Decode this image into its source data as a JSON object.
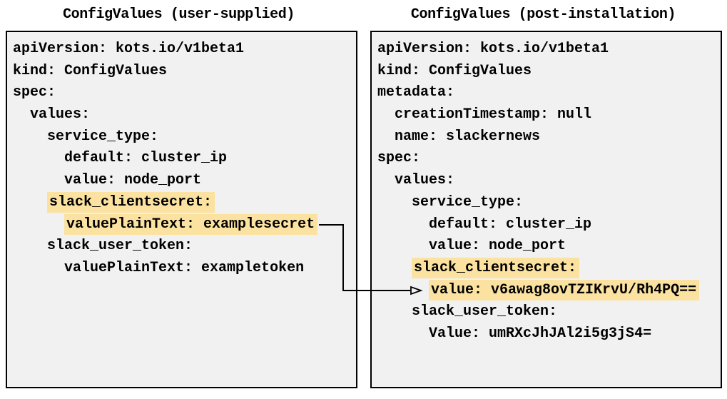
{
  "panels": [
    {
      "id": "user-supplied",
      "title": "ConfigValues (user-supplied)",
      "lines": [
        {
          "indent": 0,
          "text": "apiVersion: kots.io/v1beta1",
          "highlight": false
        },
        {
          "indent": 0,
          "text": "kind: ConfigValues",
          "highlight": false
        },
        {
          "indent": 0,
          "text": "spec:",
          "highlight": false
        },
        {
          "indent": 2,
          "text": "values:",
          "highlight": false
        },
        {
          "indent": 4,
          "text": "service_type:",
          "highlight": false
        },
        {
          "indent": 6,
          "text": "default: cluster_ip",
          "highlight": false
        },
        {
          "indent": 6,
          "text": "value: node_port",
          "highlight": false
        },
        {
          "indent": 4,
          "text": "slack_clientsecret:",
          "highlight": true
        },
        {
          "indent": 6,
          "text": "valuePlainText: examplesecret",
          "highlight": true
        },
        {
          "indent": 4,
          "text": "slack_user_token:",
          "highlight": false
        },
        {
          "indent": 6,
          "text": "valuePlainText: exampletoken",
          "highlight": false
        }
      ]
    },
    {
      "id": "post-installation",
      "title": "ConfigValues (post-installation)",
      "lines": [
        {
          "indent": 0,
          "text": "apiVersion: kots.io/v1beta1",
          "highlight": false
        },
        {
          "indent": 0,
          "text": "kind: ConfigValues",
          "highlight": false
        },
        {
          "indent": 0,
          "text": "metadata:",
          "highlight": false
        },
        {
          "indent": 2,
          "text": "creationTimestamp: null",
          "highlight": false
        },
        {
          "indent": 2,
          "text": "name: slackernews",
          "highlight": false
        },
        {
          "indent": 0,
          "text": "spec:",
          "highlight": false
        },
        {
          "indent": 2,
          "text": "values:",
          "highlight": false
        },
        {
          "indent": 4,
          "text": "service_type:",
          "highlight": false
        },
        {
          "indent": 6,
          "text": "default: cluster_ip",
          "highlight": false
        },
        {
          "indent": 6,
          "text": "value: node_port",
          "highlight": false
        },
        {
          "indent": 4,
          "text": "slack_clientsecret:",
          "highlight": true
        },
        {
          "indent": 6,
          "text": "value: v6awag8ovTZIKrvU/Rh4PQ==",
          "highlight": true
        },
        {
          "indent": 4,
          "text": "slack_user_token:",
          "highlight": false
        },
        {
          "indent": 6,
          "text": "Value: umRXcJhJAl2i5g3jS4=",
          "highlight": false
        }
      ]
    }
  ],
  "arrow": {
    "from_text": "valuePlainText: examplesecret",
    "to_text": "value: v6awag8ovTZIKrvU/Rh4PQ==",
    "meaning": "plaintext secret becomes encrypted value after installation"
  },
  "colors": {
    "highlight": "#fbe2a0",
    "panel_background": "#f1f1f1",
    "border": "#000000",
    "text": "#000000",
    "page_background": "#ffffff"
  }
}
